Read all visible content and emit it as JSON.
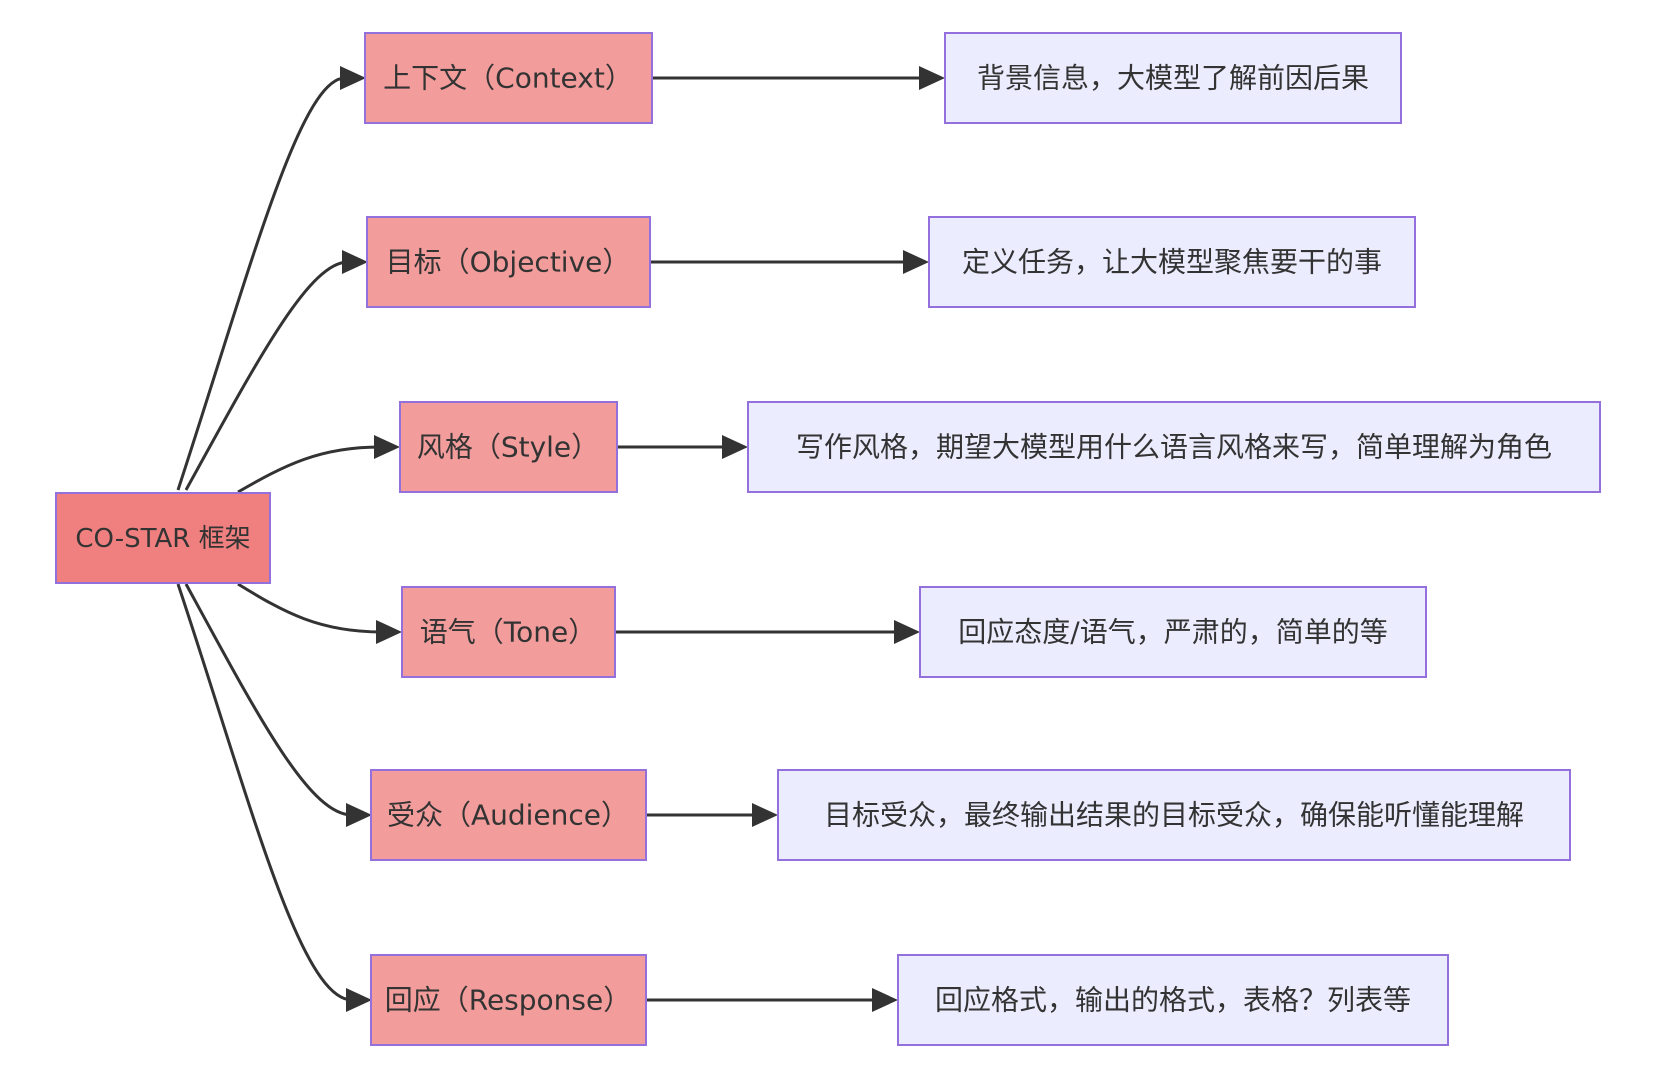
{
  "root": {
    "label": "CO-STAR 框架"
  },
  "items": [
    {
      "key": "context",
      "label": "上下文（Context）",
      "desc": "背景信息，大模型了解前因后果"
    },
    {
      "key": "objective",
      "label": "目标（Objective）",
      "desc": "定义任务，让大模型聚焦要干的事"
    },
    {
      "key": "style",
      "label": "风格（Style）",
      "desc": "写作风格，期望大模型用什么语言风格来写，简单理解为角色"
    },
    {
      "key": "tone",
      "label": "语气（Tone）",
      "desc": "回应态度/语气，严肃的，简单的等"
    },
    {
      "key": "audience",
      "label": "受众（Audience）",
      "desc": "目标受众，最终输出结果的目标受众，确保能听懂能理解"
    },
    {
      "key": "response",
      "label": "回应（Response）",
      "desc": "回应格式，输出的格式，表格？列表等"
    }
  ],
  "colors": {
    "root_fill": "#f08080",
    "mid_fill": "#f29d9b",
    "leaf_fill": "#ececff",
    "border": "#9370db",
    "edge": "#333333",
    "text": "#333333"
  }
}
